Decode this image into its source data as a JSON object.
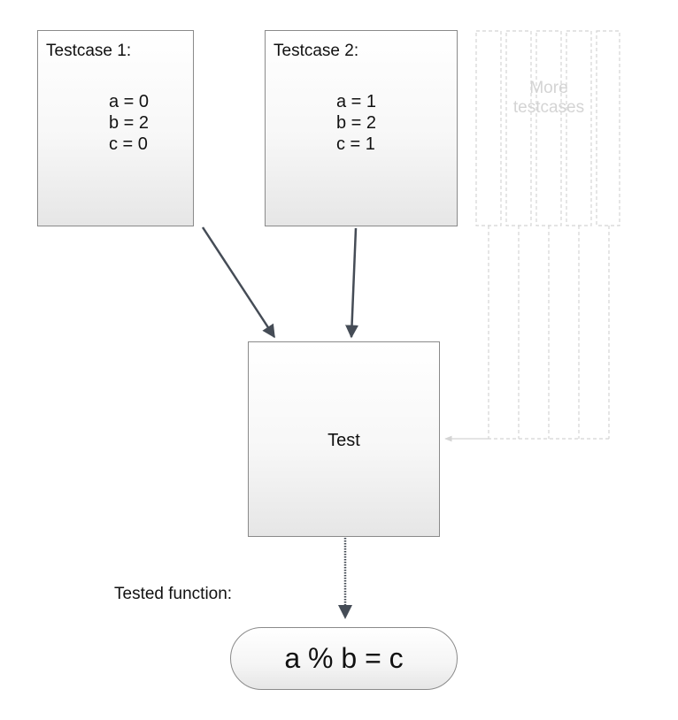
{
  "testcase_1": {
    "title": "Testcase 1:",
    "lines": [
      "a = 0",
      "b = 2",
      "c = 0"
    ]
  },
  "testcase_2": {
    "title": "Testcase 2:",
    "lines": [
      "a = 1",
      "b = 2",
      "c = 1"
    ]
  },
  "more_testcases": {
    "line1": "More",
    "line2": "testcases"
  },
  "test_box": {
    "label": "Test"
  },
  "tested_function": {
    "label": "Tested function:",
    "expression": "a % b = c"
  },
  "colors": {
    "arrow": "#454c56",
    "faded": "#d4d4d4",
    "border": "#8a8a8a"
  }
}
